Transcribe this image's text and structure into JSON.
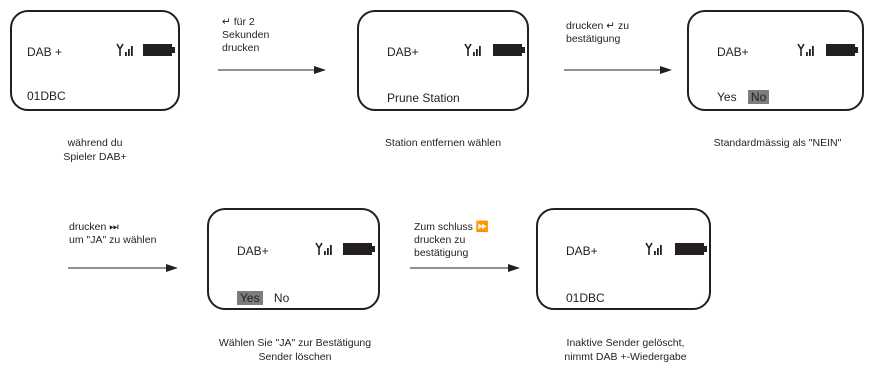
{
  "screens": [
    {
      "title": "DAB +",
      "bottom": "01DBC"
    },
    {
      "title": "DAB+",
      "bottom": "Prune Station"
    },
    {
      "title": "DAB+",
      "yes": "Yes",
      "no": "No",
      "highlight": "no"
    },
    {
      "title": "DAB+",
      "yes": "Yes",
      "no": "No",
      "highlight": "yes"
    },
    {
      "title": "DAB+",
      "bottom": "01DBC"
    }
  ],
  "captions": [
    [
      "während du",
      "Spieler DAB+"
    ],
    [
      "Station entfernen wählen"
    ],
    [
      "Standardmässig als \"NEIN\""
    ],
    [
      "Wählen Sie \"JA\" zur Bestätigung",
      "Sender löschen"
    ],
    [
      "Inaktive Sender gelöscht,",
      "nimmt DAB +-Wiedergabe"
    ]
  ],
  "steps": [
    {
      "lines": [
        "↵ für 2",
        "Sekunden",
        "drucken"
      ]
    },
    {
      "lines": [
        "drucken ↵ zu",
        "bestätigung"
      ]
    },
    {
      "lines": [
        "drucken ⏭",
        "um \"JA\" zu wählen"
      ]
    },
    {
      "lines": [
        "Zum schluss ⏩",
        "drucken zu",
        "bestätigung"
      ]
    }
  ],
  "icons": {
    "signal": "antenna-signal-icon",
    "battery": "battery-full-icon"
  },
  "colors": {
    "ink": "#231f20",
    "highlight": "#7d7d7d"
  }
}
